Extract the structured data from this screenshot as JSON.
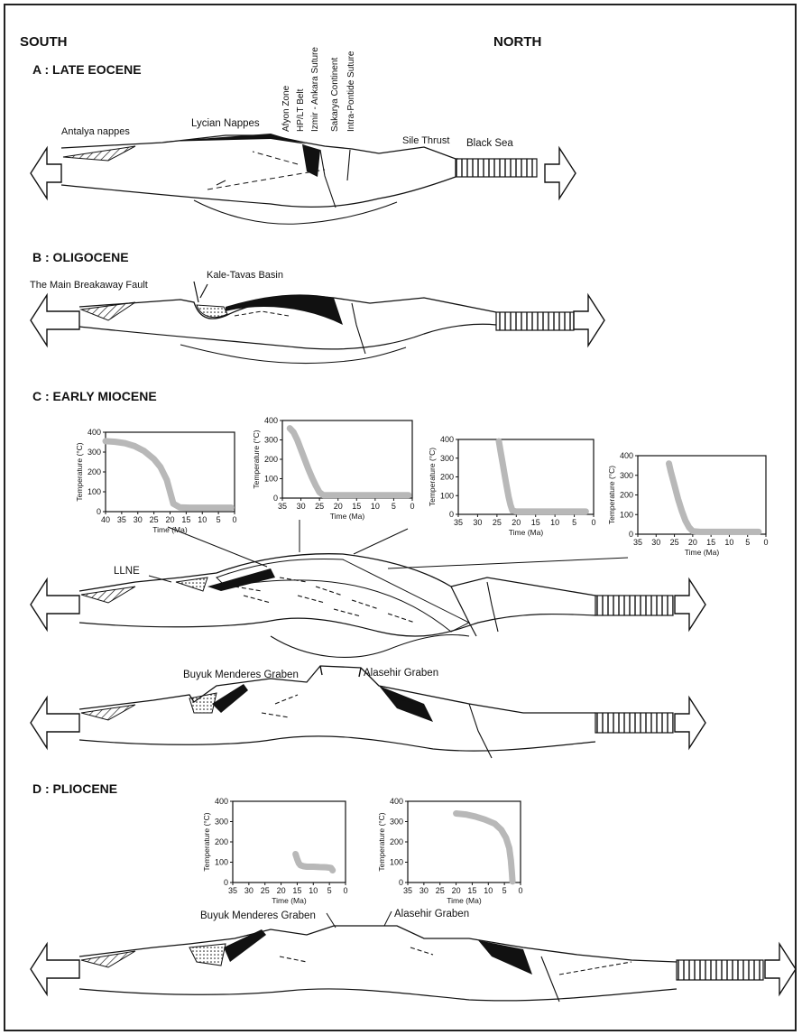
{
  "directions": {
    "south": "SOUTH",
    "north": "NORTH"
  },
  "panels": {
    "a": {
      "title": "A : LATE EOCENE"
    },
    "b": {
      "title": "B : OLIGOCENE"
    },
    "c": {
      "title": "C : EARLY MIOCENE"
    },
    "d": {
      "title": "D : PLIOCENE"
    }
  },
  "labels": {
    "antalya": "Antalya nappes",
    "lycian": "Lycian Nappes",
    "afyon": "Afyon Zone",
    "hplt": "HP/LT Belt",
    "izmir": "Izmir - Ankara Suture",
    "sakarya": "Sakarya Continent",
    "intrapontide": "Intra-Pontide Suture",
    "sile": "Sile Thrust",
    "blacksea": "Black Sea",
    "breakaway": "The Main Breakaway Fault",
    "kaletavas": "Kale-Tavas Basin",
    "llne": "LLNE",
    "buyuk": "Buyuk Menderes Graben",
    "alasehir": "Alasehir Graben"
  },
  "axis": {
    "ylabel": "Temperature (°C)",
    "xlabel": "Time (Ma)"
  },
  "chart_data": [
    {
      "type": "line",
      "x_ticks": [
        40,
        35,
        30,
        25,
        20,
        15,
        10,
        5,
        0
      ],
      "xlim": [
        40,
        0
      ],
      "ylim": [
        0,
        400
      ],
      "y_ticks": [
        0,
        100,
        200,
        300,
        400
      ],
      "series": [
        {
          "x": [
            40,
            37,
            34,
            31,
            28,
            25,
            23,
            21,
            20,
            19,
            17,
            14,
            10,
            5,
            1
          ],
          "y": [
            355,
            352,
            345,
            330,
            305,
            265,
            225,
            160,
            100,
            40,
            22,
            20,
            20,
            20,
            20
          ]
        }
      ]
    },
    {
      "type": "line",
      "x_ticks": [
        35,
        30,
        25,
        20,
        15,
        10,
        5,
        0
      ],
      "xlim": [
        35,
        0
      ],
      "ylim": [
        0,
        400
      ],
      "y_ticks": [
        0,
        100,
        200,
        300,
        400
      ],
      "series": [
        {
          "x": [
            33,
            32,
            31,
            30,
            29,
            28,
            27,
            26,
            25,
            24,
            22,
            18,
            12,
            6,
            1
          ],
          "y": [
            360,
            340,
            300,
            250,
            200,
            150,
            105,
            65,
            30,
            15,
            15,
            15,
            15,
            15,
            15
          ]
        }
      ]
    },
    {
      "type": "line",
      "x_ticks": [
        35,
        30,
        25,
        20,
        15,
        10,
        5,
        0
      ],
      "xlim": [
        35,
        0
      ],
      "ylim": [
        0,
        400
      ],
      "y_ticks": [
        0,
        100,
        200,
        300,
        400
      ],
      "series": [
        {
          "x": [
            24.5,
            24,
            23.5,
            23,
            22.5,
            22,
            21.5,
            21,
            20,
            18,
            14,
            8,
            2
          ],
          "y": [
            390,
            330,
            270,
            210,
            150,
            95,
            50,
            20,
            15,
            15,
            15,
            15,
            15
          ]
        }
      ]
    },
    {
      "type": "line",
      "x_ticks": [
        35,
        30,
        25,
        20,
        15,
        10,
        5,
        0
      ],
      "xlim": [
        35,
        0
      ],
      "ylim": [
        0,
        400
      ],
      "y_ticks": [
        0,
        100,
        200,
        300,
        400
      ],
      "series": [
        {
          "x": [
            26.5,
            26,
            25,
            24,
            23,
            22,
            21,
            20,
            18,
            14,
            8,
            2
          ],
          "y": [
            360,
            320,
            250,
            180,
            120,
            70,
            35,
            15,
            12,
            12,
            12,
            12
          ]
        }
      ]
    },
    {
      "type": "line",
      "x_ticks": [
        35,
        30,
        25,
        20,
        15,
        10,
        5,
        0
      ],
      "xlim": [
        35,
        0
      ],
      "ylim": [
        0,
        400
      ],
      "y_ticks": [
        0,
        100,
        200,
        300,
        400
      ],
      "series": [
        {
          "x": [
            15.5,
            15,
            14.5,
            14,
            13,
            12,
            10,
            8,
            6,
            4.5,
            4
          ],
          "y": [
            140,
            115,
            95,
            85,
            80,
            78,
            78,
            76,
            75,
            72,
            60
          ]
        }
      ]
    },
    {
      "type": "line",
      "x_ticks": [
        35,
        30,
        25,
        20,
        15,
        10,
        5,
        0
      ],
      "xlim": [
        35,
        0
      ],
      "ylim": [
        0,
        400
      ],
      "y_ticks": [
        0,
        100,
        200,
        300,
        400
      ],
      "series": [
        {
          "x": [
            20,
            17,
            14,
            11,
            8,
            6,
            4.5,
            3.5,
            3,
            2.7,
            2.5
          ],
          "y": [
            340,
            335,
            325,
            310,
            290,
            260,
            220,
            170,
            110,
            50,
            5
          ]
        }
      ]
    }
  ]
}
